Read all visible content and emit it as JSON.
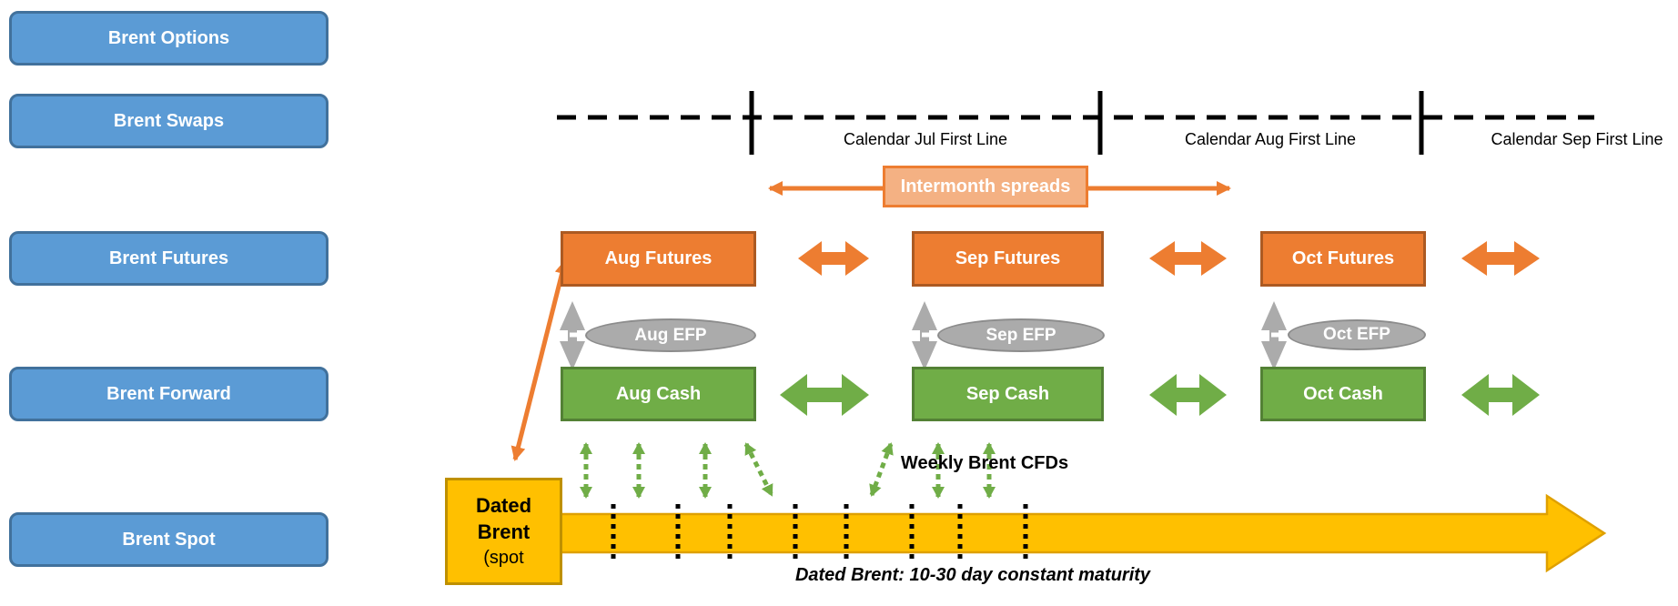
{
  "sidebar": {
    "items": [
      {
        "label": "Brent Options"
      },
      {
        "label": "Brent Swaps"
      },
      {
        "label": "Brent Futures"
      },
      {
        "label": "Brent Forward"
      },
      {
        "label": "Brent Spot"
      }
    ]
  },
  "calendar_strip": {
    "labels": [
      {
        "label": "Calendar Jul First Line"
      },
      {
        "label": "Calendar Aug First Line"
      },
      {
        "label": "Calendar Sep First Line"
      }
    ]
  },
  "intermonth": {
    "label": "Intermonth spreads"
  },
  "futures_row": {
    "boxes": [
      {
        "label": "Aug Futures"
      },
      {
        "label": "Sep Futures"
      },
      {
        "label": "Oct Futures"
      }
    ]
  },
  "efp_row": {
    "ellipses": [
      {
        "label": "Aug EFP"
      },
      {
        "label": "Sep EFP"
      },
      {
        "label": "Oct EFP"
      }
    ]
  },
  "cash_row": {
    "boxes": [
      {
        "label": "Aug Cash"
      },
      {
        "label": "Sep Cash"
      },
      {
        "label": "Oct Cash"
      }
    ]
  },
  "spot_row": {
    "dated_brent_box": {
      "line1": "Dated",
      "line2": "Brent",
      "line3": "(spot"
    },
    "weekly_cfds_label": "Weekly Brent CFDs",
    "maturity_note": "Dated Brent: 10-30 day constant maturity"
  },
  "colors": {
    "blue_fill": "#5B9BD5",
    "blue_border": "#41719C",
    "orange_fill": "#ED7D31",
    "orange_border": "#AC5A22",
    "peach_fill": "#F4B183",
    "green_fill": "#70AD47",
    "green_border": "#538135",
    "gray_fill": "#ABABAB",
    "gold_fill": "#FFC000",
    "gold_border": "#BF9000",
    "black": "#000000",
    "white": "#FFFFFF"
  }
}
